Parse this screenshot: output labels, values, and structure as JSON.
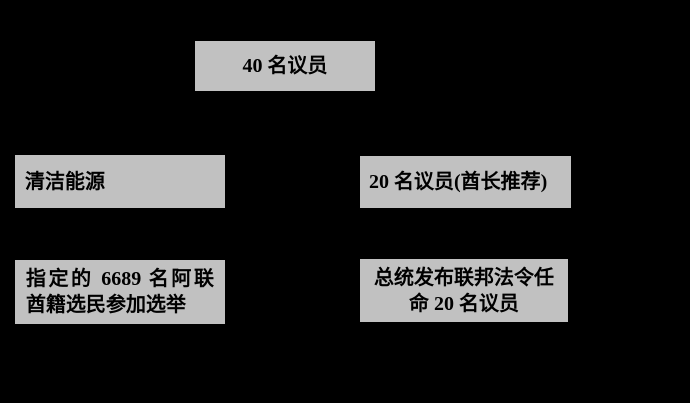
{
  "diagram": {
    "background_color": "#000000",
    "box_fill_color": "#c1c1c1",
    "text_color": "#000000",
    "boxes": {
      "total_members": {
        "lines": [
          "40 名议员"
        ]
      },
      "clean_energy": {
        "lines": [
          "清洁能源"
        ]
      },
      "appointed_members": {
        "lines": [
          "20 名议员(酋长推荐)"
        ]
      },
      "elected_voters": {
        "lines": [
          "指定的 6689 名阿联",
          "酋籍选民参加选举"
        ]
      },
      "presidential_decree": {
        "lines": [
          "总统发布联邦法令任",
          "命 20 名议员"
        ]
      }
    }
  }
}
